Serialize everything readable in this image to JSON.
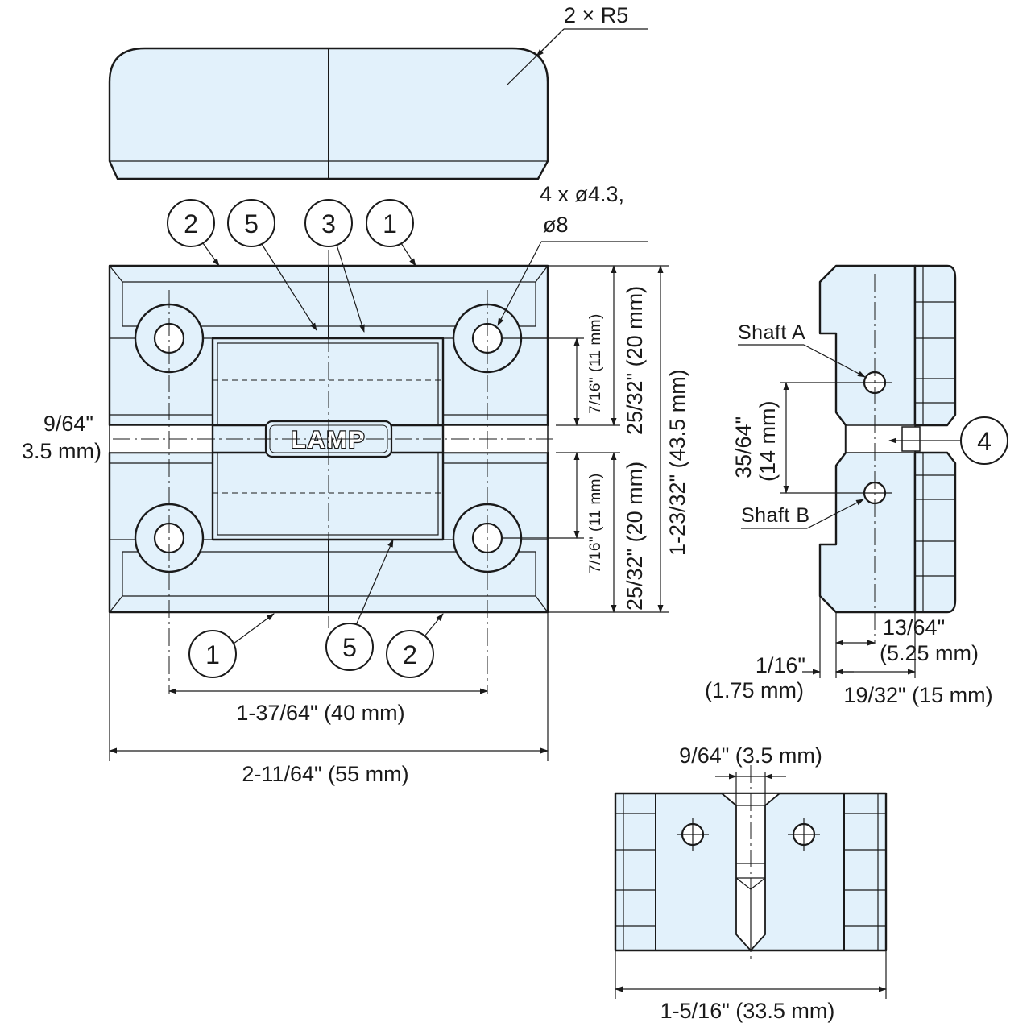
{
  "top_view": {
    "radius_label": "2 × R5"
  },
  "front_view": {
    "hole_label_line1": "4 x ø4.3,",
    "hole_label_line2": "ø8",
    "logo_text": "LAMP",
    "balloons_top": [
      "2",
      "5",
      "3",
      "1"
    ],
    "balloons_bottom": [
      "1",
      "5",
      "2"
    ],
    "dim_gap_line1": "9/64\"",
    "dim_gap_line2": "3.5 mm)",
    "dim_upper_inner": "7/16\" (11 mm)",
    "dim_lower_inner": "7/16\" (11 mm)",
    "dim_upper_outer": "25/32\" (20 mm)",
    "dim_lower_outer": "25/32\" (20 mm)",
    "dim_total_height": "1-23/32\" (43.5 mm)",
    "dim_hole_spacing": "1-37/64\" (40 mm)",
    "dim_total_width": "2-11/64\" (55 mm)"
  },
  "side_view": {
    "shaft_a_label": "Shaft A",
    "shaft_b_label": "Shaft B",
    "balloon": "4",
    "dim_shaft_spacing_line1": "35/64\"",
    "dim_shaft_spacing_line2": "(14 mm)",
    "dim_offset_line1": "13/64\"",
    "dim_offset_line2": "(5.25 mm)",
    "dim_flange_line1": "1/16\"",
    "dim_flange_line2": "(1.75 mm)",
    "dim_depth": "19/32\" (15 mm)"
  },
  "bottom_view": {
    "dim_gap": "9/64\" (3.5 mm)",
    "dim_width": "1-5/16\" (33.5 mm)"
  }
}
